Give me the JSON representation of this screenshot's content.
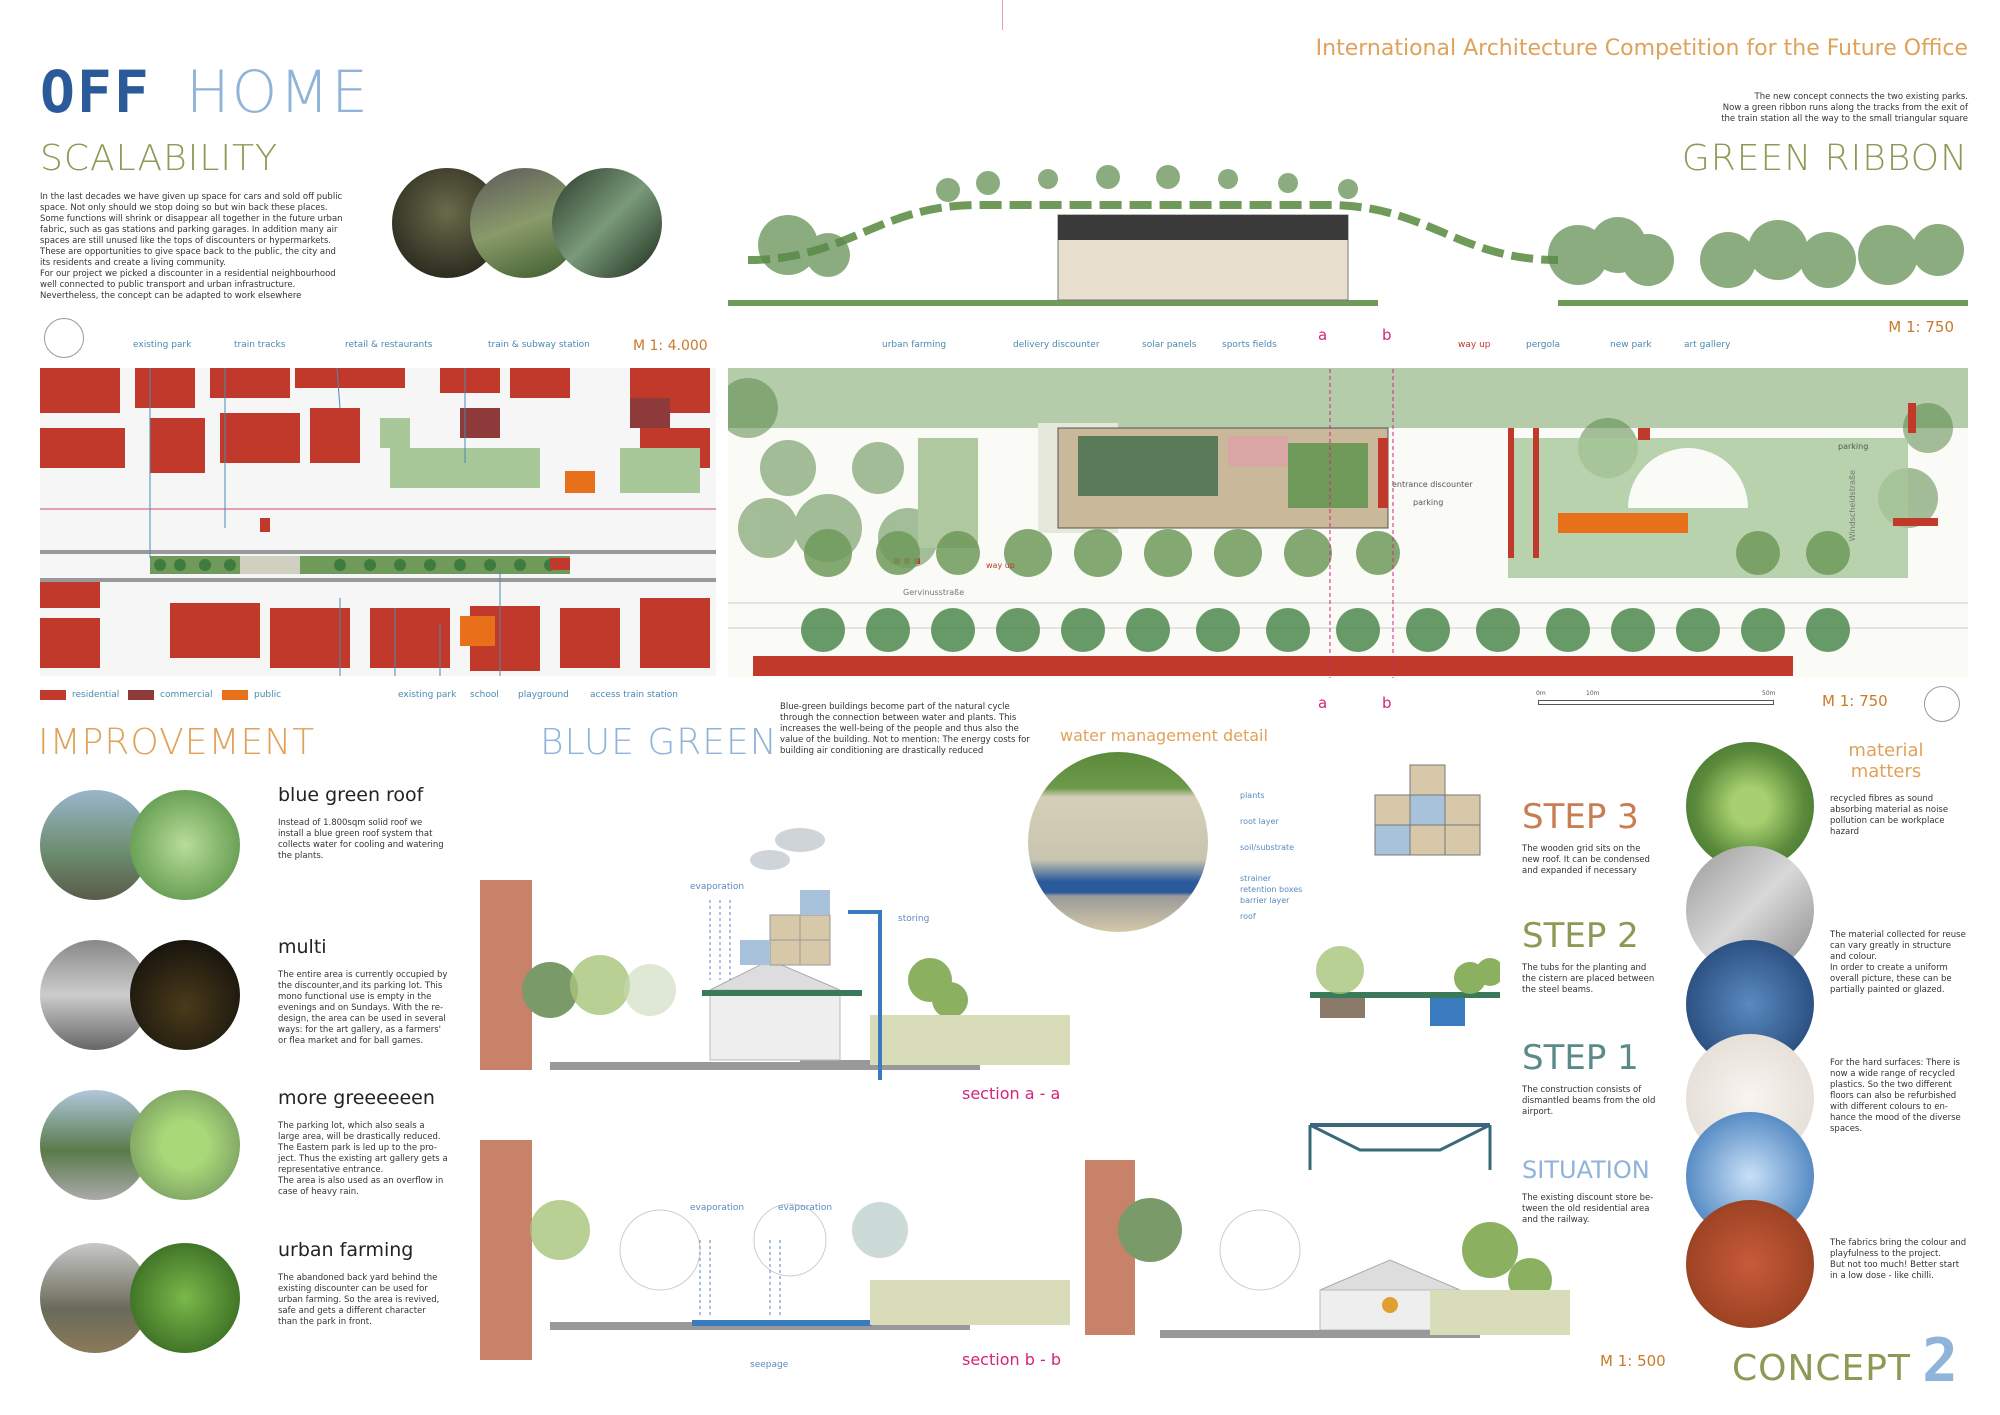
{
  "header": {
    "logo_off": "OFF",
    "logo_home": "HOME",
    "competition": "International Architecture Competition for the Future Office",
    "intro_line1": "The new concept connects the two existing parks.",
    "intro_line2": "Now a green ribbon runs along the tracks from the exit of",
    "intro_line3": "the train station all the way to the small triangular square"
  },
  "scalability": {
    "title": "SCALABILITY",
    "text": [
      "In the last decades we have given up space for cars and sold off public",
      "space. Not only should we stop doing so but win back these places.",
      "Some functions will shrink or disappear all together in the future urban",
      "fabric, such as gas stations and parking garages. In addition many air",
      "spaces are still unused like the tops of discounters or hypermarkets.",
      "These are opportunities to give space back to the public, the city and",
      "its residents and create a living community.",
      "For our project we picked a discounter in a residential neighbourhood",
      "well connected to public transport and urban infrastructure.",
      "Nevertheless, the concept can be adapted to work elsewhere"
    ]
  },
  "green_ribbon": {
    "title": "GREEN RIBBON",
    "scale": "M 1: 750"
  },
  "site_plan": {
    "scale": "M 1: 4.000",
    "top_labels": [
      "existing park",
      "train tracks",
      "retail & restaurants",
      "train & subway station"
    ],
    "legend": [
      "residential",
      "commercial",
      "public"
    ],
    "bottom_labels": [
      "existing park",
      "school",
      "playground",
      "access train station"
    ]
  },
  "detail_plan": {
    "top_labels": [
      "urban farming",
      "delivery discounter",
      "solar panels",
      "sports fields",
      "way up",
      "pergola",
      "new park",
      "art gallery"
    ],
    "cut_a": "a",
    "cut_b": "b",
    "scale_top": "M 1: 750",
    "scale_bottom": "M 1: 750",
    "street_right": "Windscheidstraße",
    "street_bottom": "Gervinusstraße",
    "parking1": "parking",
    "parking2": "parking",
    "entrance": "entrance discounter",
    "way_up": "way up",
    "scalebar": [
      "0m",
      "10m",
      "50m"
    ]
  },
  "improvement": {
    "title": "IMPROVEMENT",
    "items": [
      {
        "heading": "blue green roof",
        "text": [
          "Instead of 1.800sqm solid roof we",
          "install a blue green roof system that",
          "collects water for cooling and watering",
          "the plants."
        ]
      },
      {
        "heading": "multi",
        "text": [
          "The entire area is currently occupied by",
          "the discounter,and its parking lot. This",
          "mono functional use is empty in the",
          "evenings and on Sundays. With the re-",
          "design, the area can be used in several",
          "ways: for the art gallery, as a farmers'",
          "or flea market and for ball games."
        ]
      },
      {
        "heading": "more greeeeeen",
        "text": [
          "The parking lot, which also seals a",
          "large area, will be drastically reduced.",
          "The Eastern park is led up to the pro-",
          "ject. Thus the existing art gallery gets a",
          "representative entrance.",
          "The area is also used as an overflow in",
          "case of heavy rain."
        ]
      },
      {
        "heading": "urban farming",
        "text": [
          "The abandoned back yard behind the",
          "existing discounter can be used for",
          "urban farming. So the area is revived,",
          "safe and gets a different character",
          "than the park in front."
        ]
      }
    ]
  },
  "blue_green": {
    "title": "BLUE GREEN",
    "text": [
      "Blue-green buildings become part of the natural cycle",
      "through the connection between water and plants. This",
      "increases the well-being of the people and thus also the",
      "value of the building. Not to mention: The energy costs for",
      "building air conditioning are drastically reduced"
    ],
    "evaporation": "evaporation",
    "storing": "storing",
    "section_a": "section a - a",
    "section_b": "section b - b",
    "seepage": "seepage"
  },
  "water_detail": {
    "title": "water management detail",
    "layers": [
      "plants",
      "root layer",
      "soil/substrate",
      "strainer",
      "retention boxes",
      "barrier layer",
      "roof"
    ]
  },
  "steps": {
    "scale": "M 1: 500",
    "items": [
      {
        "title": "STEP 3",
        "text": [
          "The wooden grid sits on the",
          "new roof. It can be condensed",
          "and expanded if necessary"
        ]
      },
      {
        "title": "STEP 2",
        "text": [
          "The tubs for the planting and",
          "the cistern are placed between",
          "the steel beams."
        ]
      },
      {
        "title": "STEP 1",
        "text": [
          "The construction consists of",
          "dismantled beams from the old",
          "airport."
        ]
      },
      {
        "title": "SITUATION",
        "text": [
          "The existing discount store be-",
          "tween the old residential area",
          "and the railway."
        ]
      }
    ]
  },
  "material": {
    "title1": "material",
    "title2": "matters",
    "texts": [
      [
        "recycled fibres as sound",
        "absorbing material as noise",
        "pollution can be workplace",
        "hazard"
      ],
      [
        "The material collected for reuse",
        "can vary greatly in structure",
        "and colour.",
        "In order to create a uniform",
        "overall picture, these can be",
        "partially painted or glazed."
      ],
      [
        "For the hard surfaces: There is",
        "now a wide range of recycled",
        "plastics. So the two different",
        "floors can also be refurbished",
        "with different colours to en-",
        "hance the mood of the diverse",
        "spaces."
      ],
      [
        "The fabrics bring the colour and",
        "playfulness to the project.",
        "But not too much! Better start",
        "in a low dose - like chilli."
      ]
    ]
  },
  "concept": {
    "label": "CONCEPT",
    "number": "2"
  },
  "colors": {
    "residential": "#c0392b",
    "commercial": "#8e3a3a",
    "public": "#e8701a",
    "green": "#6f9a5a",
    "water": "#3a7bc0",
    "olive": "#8c9a55"
  }
}
